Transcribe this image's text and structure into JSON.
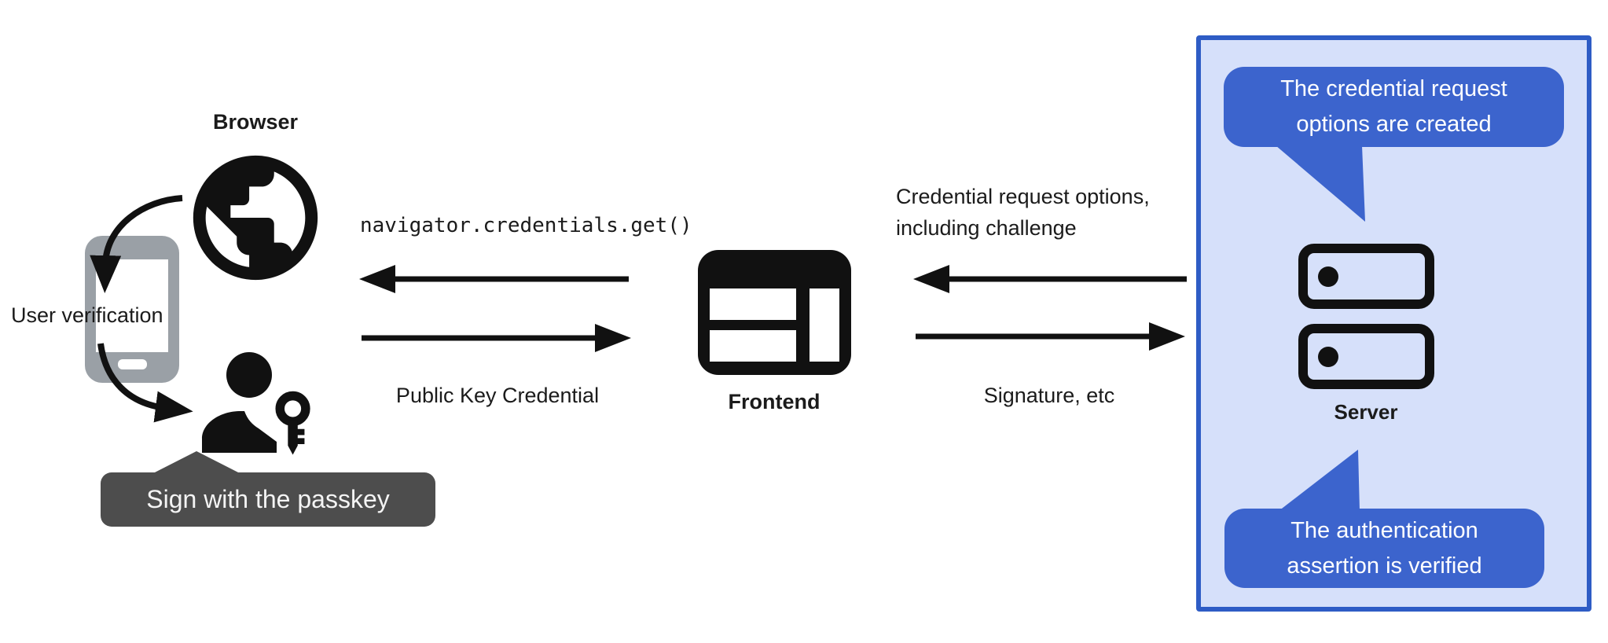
{
  "colors": {
    "bubble_blue": "#3c64cd",
    "panel_fill": "#d6e0fa",
    "panel_border": "#2e5cc5",
    "callout_gray": "#4d4d4d",
    "phone_gray": "#9aa0a6",
    "ink": "#111111"
  },
  "browser": {
    "label": "Browser",
    "verification_label": "User verification",
    "callout": "Sign with the passkey"
  },
  "frontend": {
    "label": "Frontend",
    "code": "navigator.credentials.get()",
    "credential_label": "Public Key Credential"
  },
  "exchange": {
    "request_line1": "Credential request options,",
    "request_line2": "including challenge",
    "response_label": "Signature, etc"
  },
  "server": {
    "label": "Server",
    "top_bubble": "The credential request options are created",
    "bottom_bubble": "The authentication assertion is verified"
  },
  "icons": {
    "globe": "globe-icon",
    "phone": "smartphone-icon",
    "person": "user-icon",
    "key": "key-icon",
    "frontend_window": "browser-window-icon",
    "server_stack": "server-stack-icon"
  }
}
